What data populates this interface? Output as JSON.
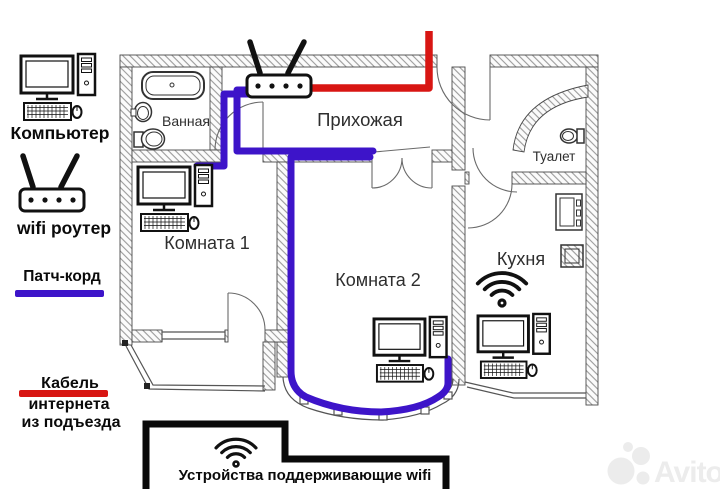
{
  "legend": {
    "computer": {
      "label": "Компьютер"
    },
    "wifi_router": {
      "label": "wifi роутер"
    },
    "patch_cord": {
      "label": "Патч-корд",
      "color": "#3d14c9"
    },
    "internet_cable": {
      "lines": [
        "Кабель",
        "интернета",
        "из подъезда"
      ],
      "color": "#d81613"
    }
  },
  "floor_plan": {
    "rooms": {
      "bathroom": {
        "label": "Ванная"
      },
      "hallway": {
        "label": "Прихожая"
      },
      "toilet": {
        "label": "Туалет"
      },
      "room1": {
        "label": "Комната 1"
      },
      "room2": {
        "label": "Комната 2"
      },
      "kitchen": {
        "label": "Кухня"
      }
    }
  },
  "footer": {
    "wifi_devices_label": "Устройства поддерживающие wifi"
  },
  "watermark": {
    "label": "Avito"
  }
}
